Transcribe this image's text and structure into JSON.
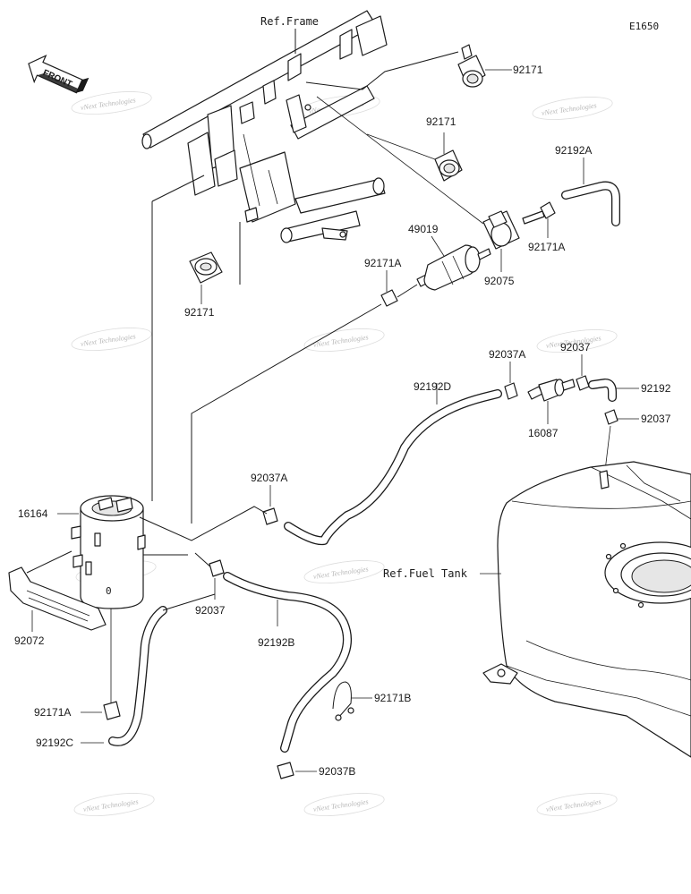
{
  "diagram_code": "E1650",
  "front_label": "FRONT",
  "refs": {
    "frame": "Ref.Frame",
    "fuel_tank": "Ref.Fuel Tank"
  },
  "watermark": "vNext Technologies",
  "parts": [
    {
      "id": "p92171_a",
      "code": "92171"
    },
    {
      "id": "p92171_b",
      "code": "92171"
    },
    {
      "id": "p92171_c",
      "code": "92171"
    },
    {
      "id": "p92192A",
      "code": "92192A"
    },
    {
      "id": "p49019",
      "code": "49019"
    },
    {
      "id": "p92171A_a",
      "code": "92171A"
    },
    {
      "id": "p92171A_b",
      "code": "92171A"
    },
    {
      "id": "p92075",
      "code": "92075"
    },
    {
      "id": "p92037A_a",
      "code": "92037A"
    },
    {
      "id": "p92037_a",
      "code": "92037"
    },
    {
      "id": "p92192D",
      "code": "92192D"
    },
    {
      "id": "p92192",
      "code": "92192"
    },
    {
      "id": "p92037_b",
      "code": "92037"
    },
    {
      "id": "p16087",
      "code": "16087"
    },
    {
      "id": "p92037A_b",
      "code": "92037A"
    },
    {
      "id": "p16164",
      "code": "16164"
    },
    {
      "id": "p92037_c",
      "code": "92037"
    },
    {
      "id": "p92072",
      "code": "92072"
    },
    {
      "id": "p92192B",
      "code": "92192B"
    },
    {
      "id": "p92171B",
      "code": "92171B"
    },
    {
      "id": "p92171A_c",
      "code": "92171A"
    },
    {
      "id": "p92192C",
      "code": "92192C"
    },
    {
      "id": "p92037B",
      "code": "92037B"
    }
  ]
}
